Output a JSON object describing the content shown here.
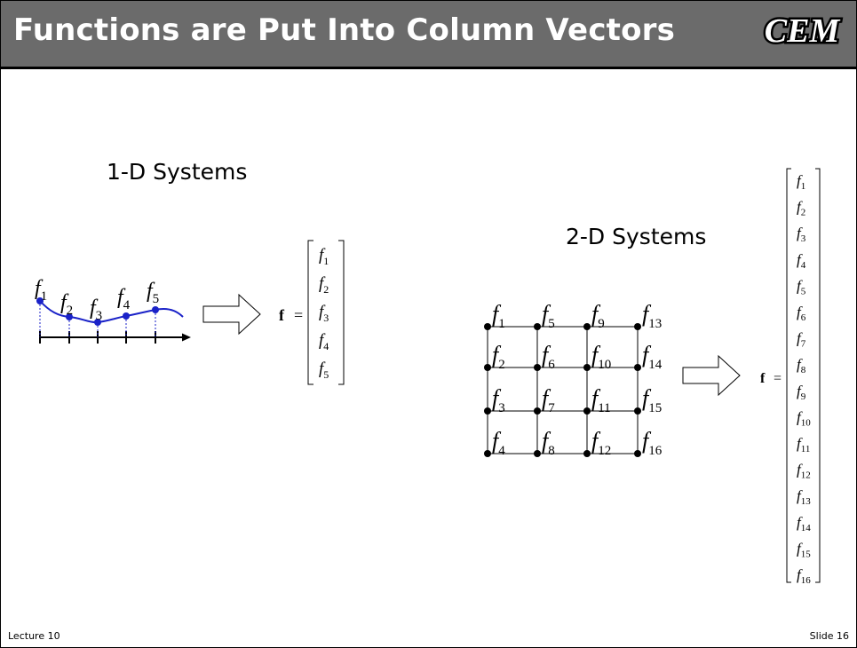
{
  "title": "Functions are Put Into Column Vectors",
  "logo_text": "CEM",
  "sections": {
    "one_d": "1-D Systems",
    "two_d": "2-D Systems"
  },
  "vector_symbol": "f",
  "equals": "=",
  "f_letter": "f",
  "one_d_labels": [
    "1",
    "2",
    "3",
    "4",
    "5"
  ],
  "one_d_vector": [
    "1",
    "2",
    "3",
    "4",
    "5"
  ],
  "grid_labels": [
    [
      "1",
      "5",
      "9",
      "13"
    ],
    [
      "2",
      "6",
      "10",
      "14"
    ],
    [
      "3",
      "7",
      "11",
      "15"
    ],
    [
      "4",
      "8",
      "12",
      "16"
    ]
  ],
  "two_d_vector": [
    "1",
    "2",
    "3",
    "4",
    "5",
    "6",
    "7",
    "8",
    "9",
    "10",
    "11",
    "12",
    "13",
    "14",
    "15",
    "16"
  ],
  "footer": {
    "left": "Lecture 10",
    "right": "Slide 16"
  },
  "colors": {
    "title_bar": "#6b6b6b",
    "curve": "#1a22c8",
    "point": "#1a22c8"
  }
}
